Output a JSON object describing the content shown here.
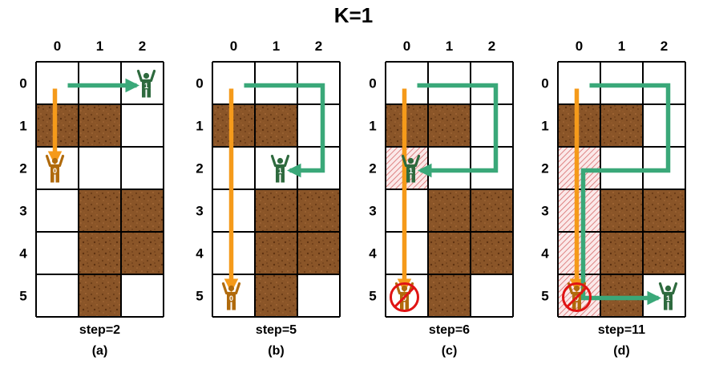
{
  "title": "K=1",
  "columns": [
    "0",
    "1",
    "2"
  ],
  "rows": [
    "0",
    "1",
    "2",
    "3",
    "4",
    "5"
  ],
  "colors": {
    "obstacle": "#8a5528",
    "obstacle_speck": "#6b3c17",
    "agent0": "#b06a0c",
    "agent1": "#2e6a3e",
    "path_agent0": "#f59a1a",
    "path_agent1": "#3aa879",
    "hatch": "#d66a6a",
    "prohibited": "#e01414"
  },
  "icons": {
    "agent": "person-arms-raised-icon",
    "prohibited": "prohibited-sign-icon",
    "obstacle": "dirt-texture-obstacle"
  },
  "panels": [
    {
      "label": "(a)",
      "step": "step=2",
      "obstacles": [
        [
          1,
          0
        ],
        [
          1,
          1
        ],
        [
          3,
          1
        ],
        [
          3,
          2
        ],
        [
          4,
          1
        ],
        [
          4,
          2
        ],
        [
          5,
          1
        ]
      ],
      "hatched": [],
      "agents": [
        {
          "id": "1",
          "row": 0,
          "col": 2,
          "blocked": false
        },
        {
          "id": "0",
          "row": 2,
          "col": 0,
          "blocked": false
        }
      ],
      "paths": [
        {
          "agent": "0",
          "cells": [
            [
              0,
              0
            ],
            [
              2,
              0
            ]
          ]
        },
        {
          "agent": "1",
          "cells": [
            [
              0,
              0
            ],
            [
              0,
              2
            ]
          ]
        }
      ]
    },
    {
      "label": "(b)",
      "step": "step=5",
      "obstacles": [
        [
          1,
          0
        ],
        [
          1,
          1
        ],
        [
          3,
          1
        ],
        [
          3,
          2
        ],
        [
          4,
          1
        ],
        [
          4,
          2
        ],
        [
          5,
          1
        ]
      ],
      "hatched": [],
      "agents": [
        {
          "id": "1",
          "row": 2,
          "col": 1,
          "blocked": false
        },
        {
          "id": "0",
          "row": 5,
          "col": 0,
          "blocked": false
        }
      ],
      "paths": [
        {
          "agent": "0",
          "cells": [
            [
              0,
              0
            ],
            [
              5,
              0
            ]
          ]
        },
        {
          "agent": "1",
          "cells": [
            [
              0,
              0
            ],
            [
              0,
              2
            ],
            [
              2,
              2
            ],
            [
              2,
              1
            ]
          ]
        }
      ]
    },
    {
      "label": "(c)",
      "step": "step=6",
      "obstacles": [
        [
          1,
          0
        ],
        [
          1,
          1
        ],
        [
          3,
          1
        ],
        [
          3,
          2
        ],
        [
          4,
          1
        ],
        [
          4,
          2
        ],
        [
          5,
          1
        ]
      ],
      "hatched": [
        [
          2,
          0
        ]
      ],
      "agents": [
        {
          "id": "1",
          "row": 2,
          "col": 0,
          "blocked": false
        },
        {
          "id": "0",
          "row": 5,
          "col": 0,
          "blocked": true
        }
      ],
      "paths": [
        {
          "agent": "0",
          "cells": [
            [
              0,
              0
            ],
            [
              5,
              0
            ]
          ]
        },
        {
          "agent": "1",
          "cells": [
            [
              0,
              0
            ],
            [
              0,
              2
            ],
            [
              2,
              2
            ],
            [
              2,
              0
            ]
          ]
        }
      ]
    },
    {
      "label": "(d)",
      "step": "step=11",
      "obstacles": [
        [
          1,
          0
        ],
        [
          1,
          1
        ],
        [
          3,
          1
        ],
        [
          3,
          2
        ],
        [
          4,
          1
        ],
        [
          4,
          2
        ],
        [
          5,
          1
        ]
      ],
      "hatched": [
        [
          2,
          0
        ],
        [
          3,
          0
        ],
        [
          4,
          0
        ],
        [
          5,
          0
        ]
      ],
      "agents": [
        {
          "id": "1",
          "row": 5,
          "col": 2,
          "blocked": false
        },
        {
          "id": "0",
          "row": 5,
          "col": 0,
          "blocked": true
        }
      ],
      "paths": [
        {
          "agent": "0",
          "cells": [
            [
              0,
              0
            ],
            [
              5,
              0
            ]
          ]
        },
        {
          "agent": "1",
          "cells": [
            [
              0,
              0
            ],
            [
              0,
              2
            ],
            [
              2,
              2
            ],
            [
              2,
              0
            ],
            [
              5,
              0
            ],
            [
              5,
              2
            ]
          ]
        }
      ]
    }
  ]
}
